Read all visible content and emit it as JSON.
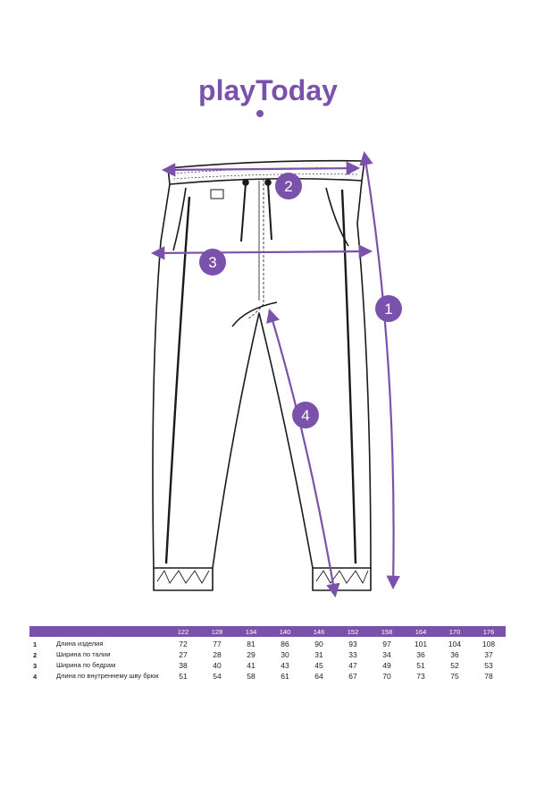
{
  "brand": {
    "logo_text": "playToday",
    "color": "#7b52ab"
  },
  "diagram": {
    "markers": [
      "1",
      "2",
      "3",
      "4"
    ],
    "line_color": "#7b52ab"
  },
  "table": {
    "header_color": "#7b52ab",
    "sizes": [
      "122",
      "128",
      "134",
      "140",
      "146",
      "152",
      "158",
      "164",
      "170",
      "176"
    ],
    "rows": [
      {
        "num": "1",
        "label": "Длина изделия",
        "values": [
          "72",
          "77",
          "81",
          "86",
          "90",
          "93",
          "97",
          "101",
          "104",
          "108"
        ]
      },
      {
        "num": "2",
        "label": "Ширина по талии",
        "values": [
          "27",
          "28",
          "29",
          "30",
          "31",
          "33",
          "34",
          "36",
          "36",
          "37"
        ]
      },
      {
        "num": "3",
        "label": "Ширина по бедрам",
        "values": [
          "38",
          "40",
          "41",
          "43",
          "45",
          "47",
          "49",
          "51",
          "52",
          "53"
        ]
      },
      {
        "num": "4",
        "label": "Длина по внутреннему шву брюк",
        "values": [
          "51",
          "54",
          "58",
          "61",
          "64",
          "67",
          "70",
          "73",
          "75",
          "78"
        ]
      }
    ]
  }
}
